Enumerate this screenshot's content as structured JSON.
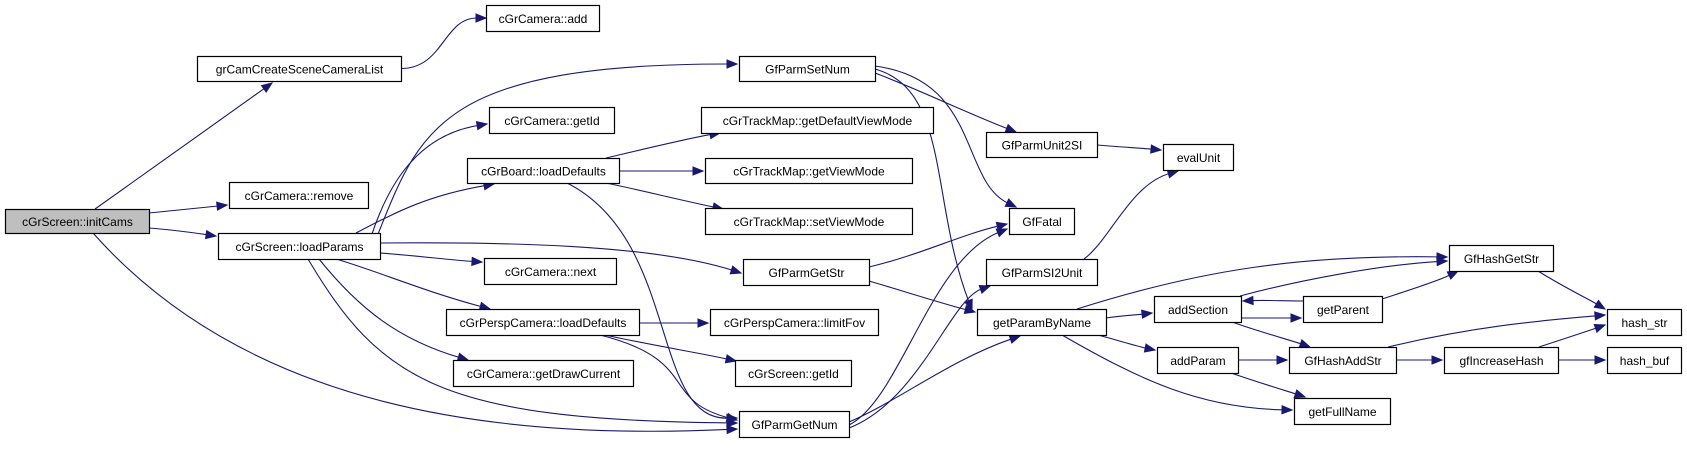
{
  "diagram": {
    "type": "call-graph",
    "root": "cGrScreen::initCams",
    "colors": {
      "edge": "#191970",
      "root_fill": "#bfbfbf",
      "node_fill": "#ffffff",
      "node_border": "#000000"
    },
    "nodes": [
      {
        "id": "initCams",
        "label": "cGrScreen::initCams",
        "root": true
      },
      {
        "id": "grCamCreate",
        "label": "grCamCreateSceneCameraList"
      },
      {
        "id": "camRemove",
        "label": "cGrCamera::remove"
      },
      {
        "id": "loadParams",
        "label": "cGrScreen::loadParams"
      },
      {
        "id": "camAdd",
        "label": "cGrCamera::add"
      },
      {
        "id": "setNum",
        "label": "GfParmSetNum"
      },
      {
        "id": "camGetId",
        "label": "cGrCamera::getId"
      },
      {
        "id": "boardLoad",
        "label": "cGrBoard::loadDefaults"
      },
      {
        "id": "tmGetDef",
        "label": "cGrTrackMap::getDefaultViewMode"
      },
      {
        "id": "tmGetView",
        "label": "cGrTrackMap::getViewMode"
      },
      {
        "id": "tmSetView",
        "label": "cGrTrackMap::setViewMode"
      },
      {
        "id": "camNext",
        "label": "cGrCamera::next"
      },
      {
        "id": "getStr",
        "label": "GfParmGetStr"
      },
      {
        "id": "perspLoad",
        "label": "cGrPerspCamera::loadDefaults"
      },
      {
        "id": "limitFov",
        "label": "cGrPerspCamera::limitFov"
      },
      {
        "id": "drawCur",
        "label": "cGrCamera::getDrawCurrent"
      },
      {
        "id": "scrGetId",
        "label": "cGrScreen::getId"
      },
      {
        "id": "getNum",
        "label": "GfParmGetNum"
      },
      {
        "id": "unit2SI",
        "label": "GfParmUnit2SI"
      },
      {
        "id": "evalUnit",
        "label": "evalUnit"
      },
      {
        "id": "gfFatal",
        "label": "GfFatal"
      },
      {
        "id": "si2Unit",
        "label": "GfParmSI2Unit"
      },
      {
        "id": "getParamByName",
        "label": "getParamByName"
      },
      {
        "id": "addSection",
        "label": "addSection"
      },
      {
        "id": "addParam",
        "label": "addParam"
      },
      {
        "id": "getParent",
        "label": "getParent"
      },
      {
        "id": "hashAdd",
        "label": "GfHashAddStr"
      },
      {
        "id": "getFullName",
        "label": "getFullName"
      },
      {
        "id": "hashGet",
        "label": "GfHashGetStr"
      },
      {
        "id": "hashStr",
        "label": "hash_str"
      },
      {
        "id": "incHash",
        "label": "gfIncreaseHash"
      },
      {
        "id": "hashBuf",
        "label": "hash_buf"
      }
    ],
    "edges": [
      {
        "from": "initCams",
        "to": "grCamCreate"
      },
      {
        "from": "initCams",
        "to": "camRemove"
      },
      {
        "from": "initCams",
        "to": "loadParams"
      },
      {
        "from": "initCams",
        "to": "getNum"
      },
      {
        "from": "grCamCreate",
        "to": "camAdd"
      },
      {
        "from": "loadParams",
        "to": "setNum"
      },
      {
        "from": "loadParams",
        "to": "camGetId"
      },
      {
        "from": "loadParams",
        "to": "boardLoad"
      },
      {
        "from": "loadParams",
        "to": "getStr"
      },
      {
        "from": "loadParams",
        "to": "camNext"
      },
      {
        "from": "loadParams",
        "to": "perspLoad"
      },
      {
        "from": "loadParams",
        "to": "drawCur"
      },
      {
        "from": "loadParams",
        "to": "getNum"
      },
      {
        "from": "boardLoad",
        "to": "tmGetDef"
      },
      {
        "from": "boardLoad",
        "to": "tmGetView"
      },
      {
        "from": "boardLoad",
        "to": "tmSetView"
      },
      {
        "from": "boardLoad",
        "to": "getNum"
      },
      {
        "from": "perspLoad",
        "to": "limitFov"
      },
      {
        "from": "perspLoad",
        "to": "scrGetId"
      },
      {
        "from": "perspLoad",
        "to": "getNum"
      },
      {
        "from": "setNum",
        "to": "unit2SI"
      },
      {
        "from": "setNum",
        "to": "gfFatal"
      },
      {
        "from": "setNum",
        "to": "getParamByName"
      },
      {
        "from": "getStr",
        "to": "gfFatal"
      },
      {
        "from": "getStr",
        "to": "getParamByName"
      },
      {
        "from": "getNum",
        "to": "gfFatal"
      },
      {
        "from": "getNum",
        "to": "si2Unit"
      },
      {
        "from": "getNum",
        "to": "getParamByName"
      },
      {
        "from": "unit2SI",
        "to": "evalUnit"
      },
      {
        "from": "si2Unit",
        "to": "evalUnit"
      },
      {
        "from": "getParamByName",
        "to": "hashGet"
      },
      {
        "from": "getParamByName",
        "to": "addSection"
      },
      {
        "from": "getParamByName",
        "to": "addParam"
      },
      {
        "from": "getParamByName",
        "to": "getFullName"
      },
      {
        "from": "addSection",
        "to": "hashGet"
      },
      {
        "from": "addSection",
        "to": "getParent"
      },
      {
        "from": "addSection",
        "to": "hashAdd"
      },
      {
        "from": "getParent",
        "to": "addSection"
      },
      {
        "from": "getParent",
        "to": "hashGet"
      },
      {
        "from": "addParam",
        "to": "hashAdd"
      },
      {
        "from": "addParam",
        "to": "getFullName"
      },
      {
        "from": "hashAdd",
        "to": "hashStr"
      },
      {
        "from": "hashAdd",
        "to": "incHash"
      },
      {
        "from": "hashGet",
        "to": "hashStr"
      },
      {
        "from": "incHash",
        "to": "hashStr"
      },
      {
        "from": "incHash",
        "to": "hashBuf"
      }
    ]
  }
}
